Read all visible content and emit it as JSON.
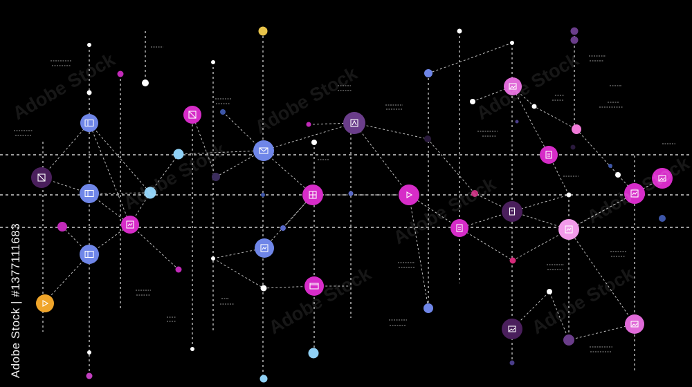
{
  "side_credit": "Adobe Stock | #1377111683",
  "watermark_text": "Adobe Stock",
  "colors": {
    "background": "#000000",
    "line": "#d9d9d9",
    "label_text": "#8a8a8a",
    "node_blue": "#6f86e8",
    "node_light_blue": "#8fd0f5",
    "node_purple": "#6a3d8a",
    "node_dark_purple": "#4a1f5c",
    "node_magenta": "#d62cc8",
    "node_pink": "#e06ad8",
    "node_light_pink": "#f29aea",
    "node_orange": "#f0a52a",
    "node_yellow": "#e8c34a",
    "dot_white": "#ffffff"
  },
  "nodes": [
    {
      "id": "n1",
      "icon": "card-icon",
      "color": "node_blue"
    },
    {
      "id": "n2",
      "icon": "card-icon",
      "color": "node_blue"
    },
    {
      "id": "n3",
      "icon": "card-icon",
      "color": "node_blue"
    },
    {
      "id": "n4",
      "icon": "slash-box-icon",
      "color": "node_dark_purple"
    },
    {
      "id": "n5",
      "icon": "play-icon",
      "color": "node_orange"
    },
    {
      "id": "n6",
      "icon": "chart-icon",
      "color": "node_magenta"
    },
    {
      "id": "n7",
      "icon": "slash-box-icon",
      "color": "node_magenta"
    },
    {
      "id": "n8",
      "icon": "mail-icon",
      "color": "node_blue"
    },
    {
      "id": "n9",
      "icon": "chart-icon",
      "color": "node_blue"
    },
    {
      "id": "n10",
      "icon": "grid-icon",
      "color": "node_magenta"
    },
    {
      "id": "n11",
      "icon": "window-icon",
      "color": "node_magenta"
    },
    {
      "id": "n12",
      "icon": "triangle-icon",
      "color": "node_purple"
    },
    {
      "id": "n13",
      "icon": "play-icon",
      "color": "node_magenta"
    },
    {
      "id": "n14",
      "icon": "list-icon",
      "color": "node_magenta"
    },
    {
      "id": "n15",
      "icon": "image-icon",
      "color": "node_pink"
    },
    {
      "id": "n16",
      "icon": "doc-icon",
      "color": "node_dark_purple"
    },
    {
      "id": "n17",
      "icon": "list-icon",
      "color": "node_magenta"
    },
    {
      "id": "n18",
      "icon": "chart-icon",
      "color": "node_light_pink"
    },
    {
      "id": "n19",
      "icon": "chart-icon",
      "color": "node_magenta"
    },
    {
      "id": "n20",
      "icon": "image-icon",
      "color": "node_magenta"
    },
    {
      "id": "n21",
      "icon": "image-icon",
      "color": "node_dark_purple"
    },
    {
      "id": "n22",
      "icon": "image-icon",
      "color": "node_pink"
    }
  ]
}
